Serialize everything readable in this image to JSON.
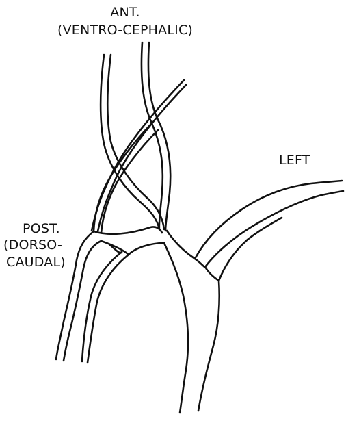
{
  "labels": {
    "anterior_line1": "ANT.",
    "anterior_line2": "(VENTRO-CEPHALIC)",
    "left": "LEFT",
    "posterior_line1": "POST.",
    "posterior_line2": "(DORSO-",
    "posterior_line3": "CAUDAL)"
  },
  "colors": {
    "ink": "#111111",
    "background": "#ffffff"
  }
}
